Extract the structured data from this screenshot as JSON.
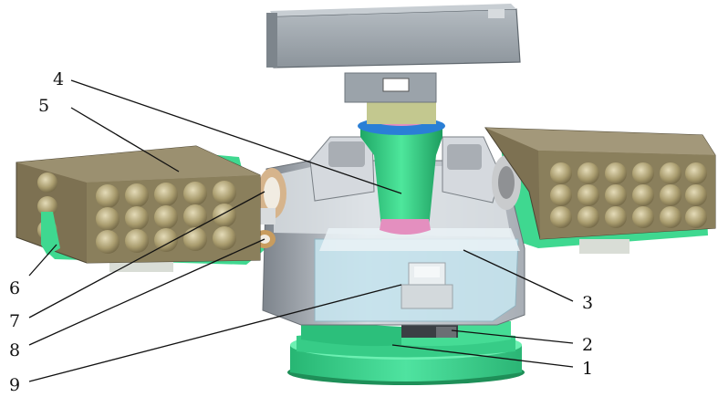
{
  "labels": {
    "l1": "1",
    "l2": "2",
    "l3": "3",
    "l4": "4",
    "l5": "5",
    "l6": "6",
    "l7": "7",
    "l8": "8",
    "l9": "9"
  },
  "colors": {
    "base_green": "#3fd890",
    "pod_olive": "#8a7f5c",
    "tube_tan": "#b7ab80",
    "housing_gray": "#c9cdd2",
    "glass_blue": "#bfe3ee",
    "radar_gray": "#9fa7ae",
    "ring_blue": "#2a7fd6",
    "ring_pink": "#e48fbf"
  }
}
